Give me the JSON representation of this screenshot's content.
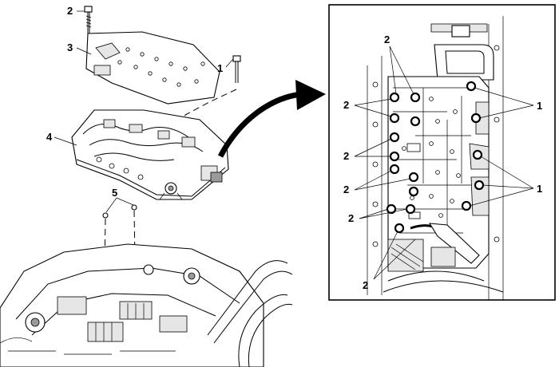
{
  "callouts": {
    "bolt_long_top": "2",
    "plate_cover": "3",
    "bolt_short_right": "1",
    "valve_body": "4",
    "dowel_pins": "5",
    "detail_2_top": "2",
    "detail_2_upper_left": "2",
    "detail_2_mid_left": "2",
    "detail_2_lower_left": "2",
    "detail_2_lower": "2",
    "detail_2_bottom": "2",
    "detail_1_upper_right": "1",
    "detail_1_lower_right": "1"
  },
  "icons": {
    "arrow": "curved-arrow-icon"
  },
  "colors": {
    "line": "#000000",
    "background": "#ffffff",
    "shade": "#e6e6e6"
  }
}
